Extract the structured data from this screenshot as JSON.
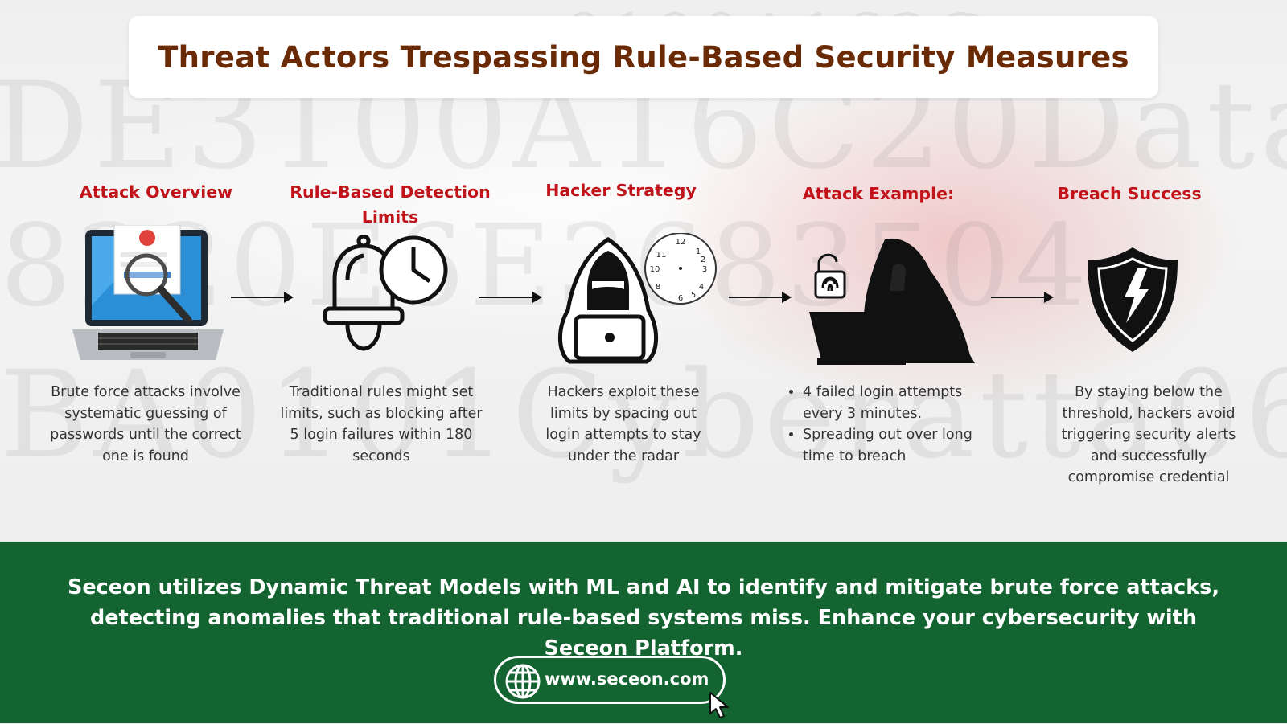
{
  "title": "Threat Actors Trespassing Rule-Based Security Measures",
  "steps": [
    {
      "heading": "Attack Overview",
      "icon": "laptop-login-magnifier-icon",
      "description": "Brute force attacks involve systematic guessing of passwords until the correct one is found"
    },
    {
      "heading": "Rule-Based Detection Limits",
      "icon": "bell-clock-icon",
      "description": "Traditional rules might set limits, such as blocking after 5 login failures within 180 seconds"
    },
    {
      "heading": "Hacker Strategy",
      "icon": "hooded-hacker-clock-icon",
      "description": "Hackers exploit these limits by spacing out login attempts to stay under the radar"
    },
    {
      "heading": "Attack Example:",
      "icon": "hacker-laptop-padlock-icon",
      "bullets": [
        "4 failed login attempts every 3 minutes.",
        "Spreading out over long time to breach"
      ]
    },
    {
      "heading": "Breach Success",
      "icon": "broken-shield-icon",
      "description": "By staying below the threshold, hackers avoid triggering security alerts and successfully compromise credential"
    }
  ],
  "footer": {
    "message": "Seceon utilizes Dynamic Threat Models with ML and AI to identify and mitigate brute force attacks, detecting anomalies that traditional rule-based systems miss. Enhance your cybersecurity with Seceon Platform.",
    "url": "www.seceon.com"
  },
  "colors": {
    "title": "#6b2a06",
    "heading": "#c0131a",
    "footer_bg": "#136431"
  }
}
